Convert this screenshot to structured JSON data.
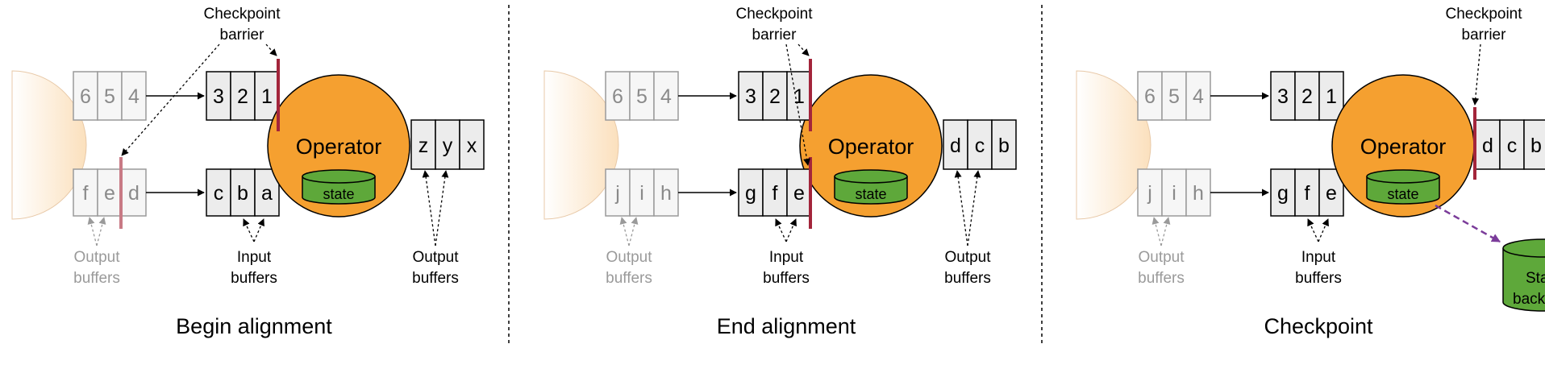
{
  "colors": {
    "operator": "#f5a030",
    "state": "#5ea83a",
    "barrier": "#a3253b",
    "cell": "#ececec",
    "cell_faded": "#f6f6f6",
    "state_transfer_arrow": "#7b3c9a",
    "upstream": "#fbe3c4"
  },
  "icons": {
    "barrier": "vertical-bar",
    "upstream_task": "half-circle"
  },
  "panels": [
    {
      "title": "Begin alignment",
      "barrier_label": [
        "Checkpoint",
        "barrier"
      ],
      "upstream_top": [
        "6",
        "5",
        "4"
      ],
      "upstream_bottom": [
        "f",
        "e",
        "d"
      ],
      "upstream_buffers_label": [
        "Output",
        "buffers"
      ],
      "input_top": [
        "3",
        "2",
        "1"
      ],
      "input_bottom": [
        "c",
        "b",
        "a"
      ],
      "input_buffers_label": [
        "Input",
        "buffers"
      ],
      "operator_label": "Operator",
      "state_label": "state",
      "output": [
        "z",
        "y",
        "x"
      ],
      "output_buffers_label": [
        "Output",
        "buffers"
      ]
    },
    {
      "title": "End alignment",
      "barrier_label": [
        "Checkpoint",
        "barrier"
      ],
      "upstream_top": [
        "6",
        "5",
        "4"
      ],
      "upstream_bottom": [
        "j",
        "i",
        "h"
      ],
      "upstream_buffers_label": [
        "Output",
        "buffers"
      ],
      "input_top": [
        "3",
        "2",
        "1"
      ],
      "input_bottom": [
        "g",
        "f",
        "e"
      ],
      "input_buffers_label": [
        "Input",
        "buffers"
      ],
      "operator_label": "Operator",
      "state_label": "state",
      "output": [
        "d",
        "c",
        "b"
      ],
      "output_buffers_label": [
        "Output",
        "buffers"
      ]
    },
    {
      "title": "Checkpoint",
      "barrier_label": [
        "Checkpoint",
        "barrier"
      ],
      "upstream_top": [
        "6",
        "5",
        "4"
      ],
      "upstream_bottom": [
        "j",
        "i",
        "h"
      ],
      "upstream_buffers_label": [
        "Output",
        "buffers"
      ],
      "input_top": [
        "3",
        "2",
        "1"
      ],
      "input_bottom": [
        "g",
        "f",
        "e"
      ],
      "input_buffers_label": [
        "Input",
        "buffers"
      ],
      "operator_label": "Operator",
      "state_label": "state",
      "output": [
        "d",
        "c",
        "b"
      ],
      "state_backend_label": [
        "Sta",
        "back"
      ]
    }
  ]
}
